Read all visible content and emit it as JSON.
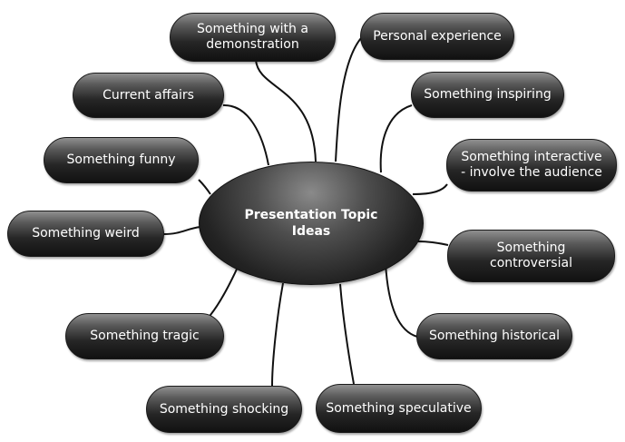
{
  "center": {
    "label": "Presentation Topic\nIdeas"
  },
  "topics": {
    "demonstration": "Something with a\ndemonstration",
    "personal_experience": "Personal experience",
    "current_affairs": "Current affairs",
    "inspiring": "Something inspiring",
    "funny": "Something funny",
    "interactive": "Something interactive\n- involve the audience",
    "weird": "Something weird",
    "controversial": "Something\ncontroversial",
    "tragic": "Something tragic",
    "historical": "Something historical",
    "shocking": "Something shocking",
    "speculative": "Something speculative"
  }
}
